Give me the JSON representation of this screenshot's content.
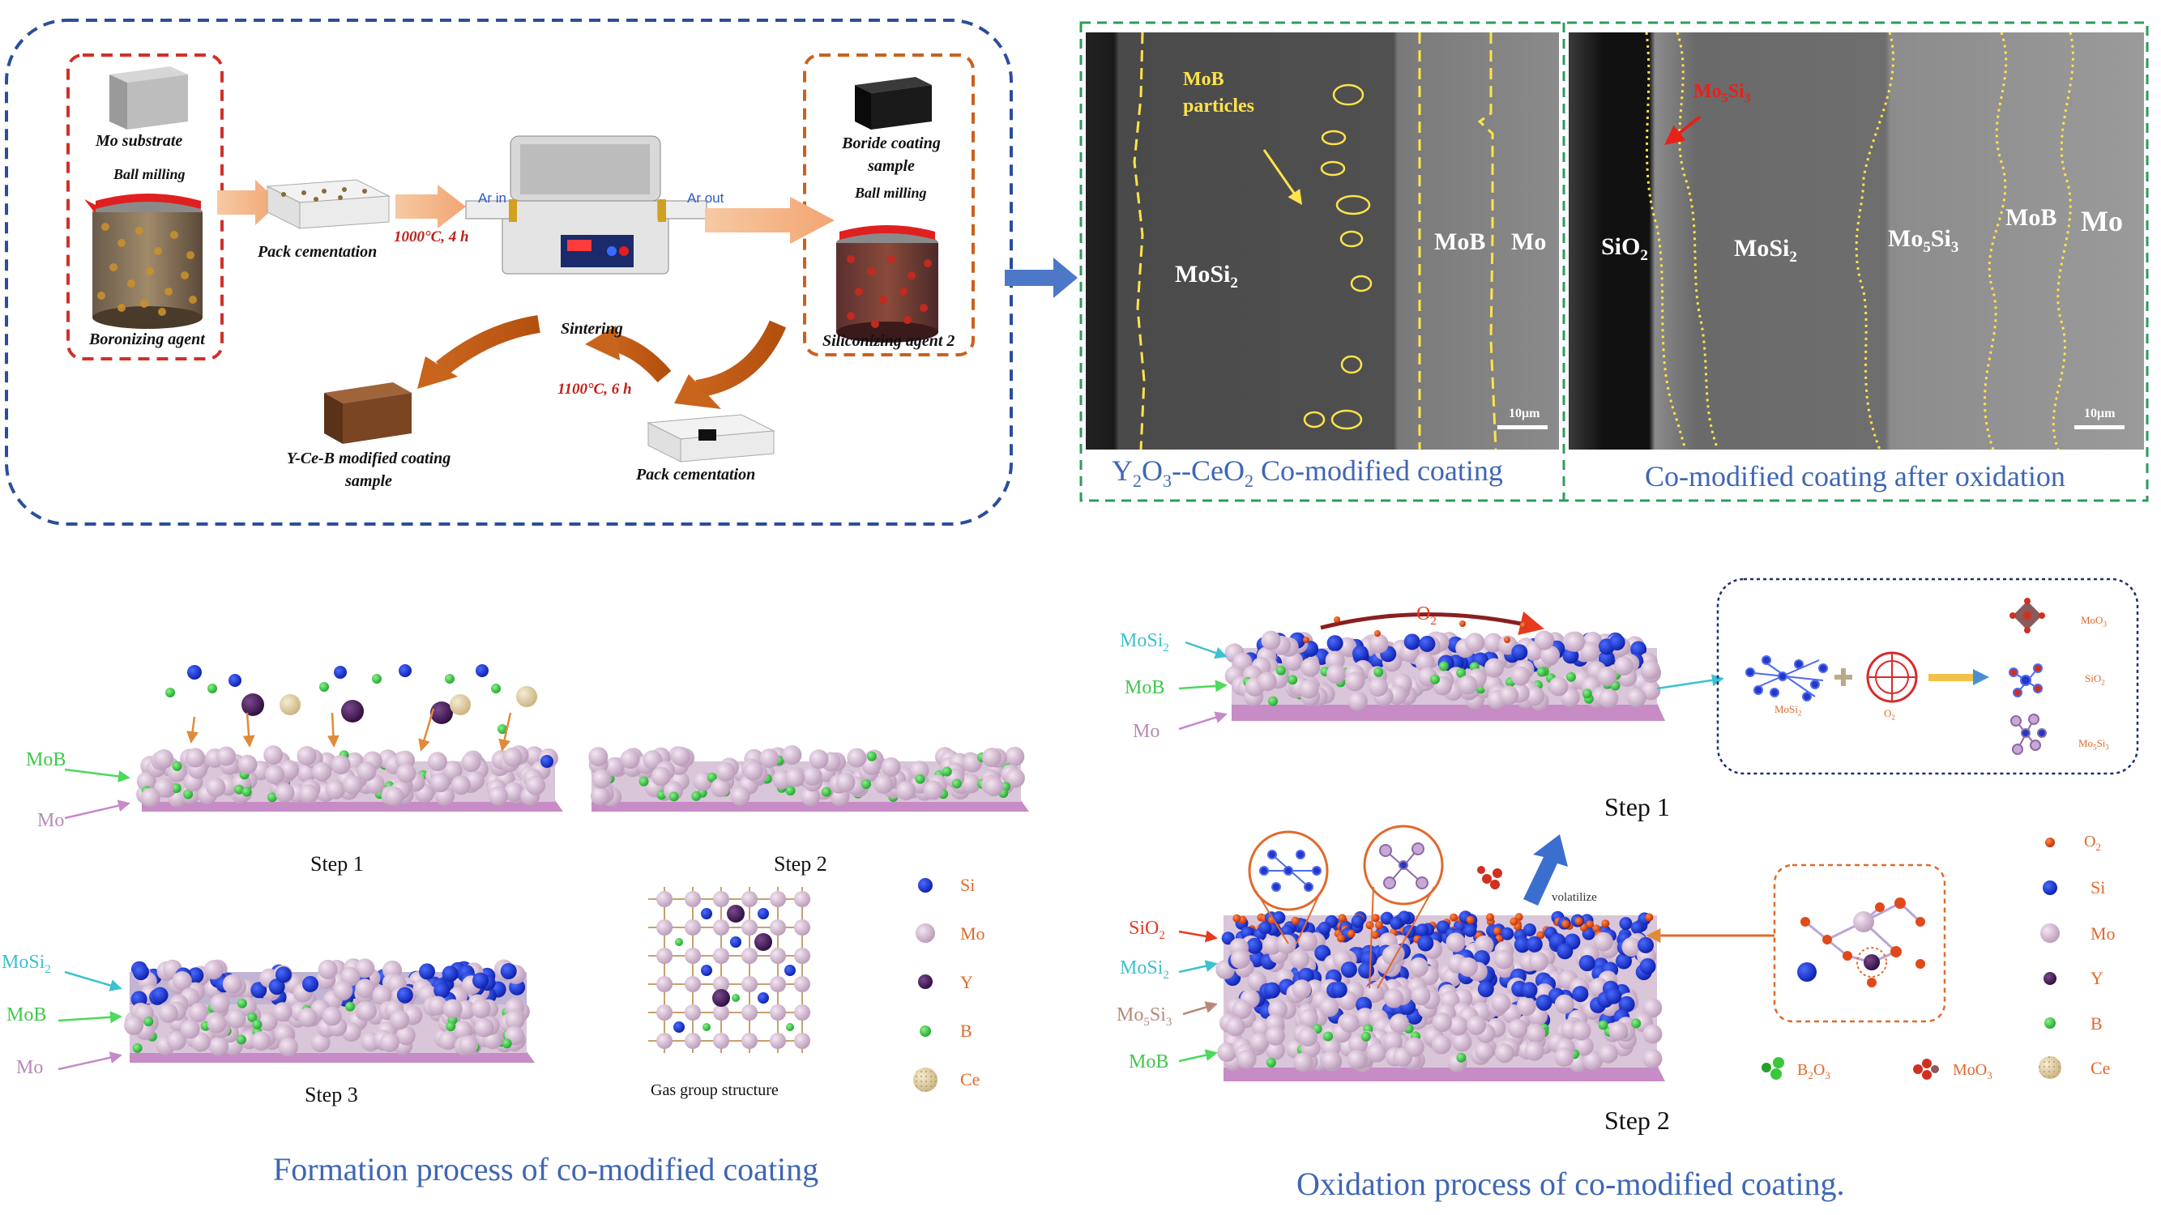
{
  "process": {
    "mo_substrate": "Mo substrate",
    "ball_milling_1": "Ball milling",
    "boronizing_agent": "Boronizing agent",
    "pack_cementation_1": "Pack cementation",
    "temp_1": "1000°C, 4 h",
    "ar_in": "Ar in",
    "ar_out": "Ar out",
    "boride_sample": "Boride coating sample",
    "ball_milling_2": "Ball milling",
    "siliconizing_agent": "Siliconizing agent 2",
    "sintering": "Sintering",
    "temp_2": "1100°C, 6 h",
    "pack_cementation_2": "Pack cementation",
    "final_sample": "Y-Ce-B modified coating sample"
  },
  "sem_left": {
    "mob_particles": "MoB particles",
    "mosi2": "MoSi2",
    "mob": "MoB",
    "mo": "Mo",
    "scale": "10μm",
    "caption": "Y2O3--CeO2 Co-modified coating"
  },
  "sem_right": {
    "mo5si3_arrow": "Mo5Si3",
    "sio2": "SiO2",
    "mosi2": "MoSi2",
    "mo5si3": "Mo5Si3",
    "mob": "MoB",
    "mo": "Mo",
    "scale": "10μm",
    "caption": "Co-modified coating after oxidation"
  },
  "formation": {
    "step1": "Step 1",
    "step2": "Step 2",
    "step3": "Step 3",
    "mob": "MoB",
    "mo": "Mo",
    "mosi2": "MoSi2",
    "gas_group": "Gas group structure",
    "caption": "Formation process of co-modified coating",
    "legend": [
      "Si",
      "Mo",
      "Y",
      "B",
      "Ce"
    ]
  },
  "oxidation": {
    "step1": "Step 1",
    "step2": "Step 2",
    "o2": "O2",
    "volatilize": "volatilize",
    "mosi2": "MoSi2",
    "mob": "MoB",
    "mo": "Mo",
    "sio2": "SiO2",
    "mo5si3": "Mo5Si3",
    "reaction": {
      "mosi2": "MoSi2",
      "o2": "O2",
      "moo3": "MoO3",
      "sio2": "SiO2",
      "mo5si3": "Mo5Si3"
    },
    "legend": [
      "O2",
      "Si",
      "Mo",
      "Y",
      "B",
      "Ce"
    ],
    "b2o3": "B2O3",
    "moo3": "MoO3",
    "caption": "Oxidation process of co-modified coating."
  },
  "colors": {
    "blue_frame": "#2b4e9c",
    "red_frame": "#d0302a",
    "orange_frame": "#c8621e",
    "green_frame": "#2e9b5a",
    "caption": "#3e66b5",
    "sem_yellow": "#ffe34a"
  }
}
